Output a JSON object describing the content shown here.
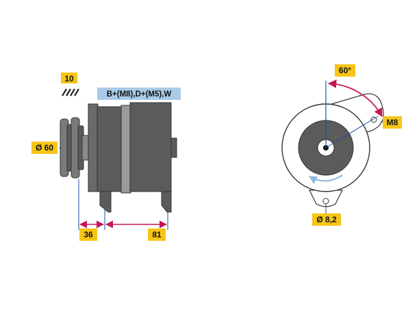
{
  "labels": {
    "count": "10",
    "terminals": "B+(M8),D+(M5),W",
    "pulley_diameter": "Ø 60",
    "dim_left": "36",
    "dim_right": "81",
    "angle": "60°",
    "bolt": "M8",
    "hole_diameter": "Ø 8,2"
  },
  "colors": {
    "label_bg": "#f5c518",
    "terminal_bg": "#a9cbe8",
    "body_dark": "#5b5b5b",
    "body_mid": "#7a7a7a",
    "body_light": "#9a9a9a",
    "outline": "#333333",
    "dim_line": "#c2185b",
    "axis_blue": "#1e4fa0",
    "rotation_arrow": "#8fb6dd"
  },
  "icons": {
    "hatch": "hatch-pattern-icon",
    "rotation": "rotation-arrow-icon"
  }
}
